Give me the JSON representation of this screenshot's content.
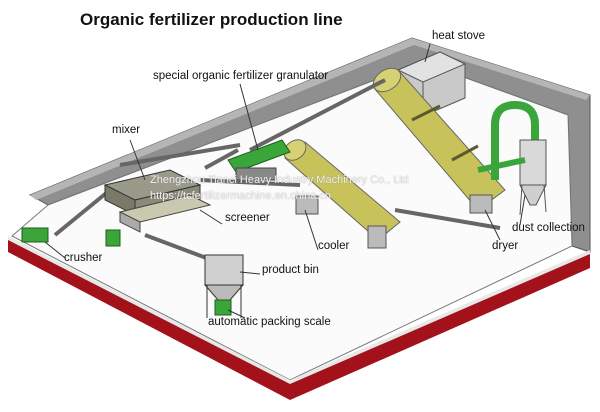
{
  "title": "Organic fertilizer production line",
  "labels": {
    "heat_stove": "heat stove",
    "granulator": "special organic fertilizer granulator",
    "mixer": "mixer",
    "screener": "screener",
    "cooler": "cooler",
    "dryer": "dryer",
    "dust_collection": "dust collection",
    "crusher": "crusher",
    "product_bin": "product bin",
    "packing_scale": "automatic packing scale"
  },
  "watermark": {
    "company": "Zhengzhou Tianci Heavy Industry Machinery Co., Ltd",
    "url": "https://tcfertilizermachine.en.china.cn"
  },
  "colors": {
    "floor_edge": "#a3121b",
    "wall": "#9a9a9a",
    "cylinder": "#c8c25a",
    "green": "#3aa63a"
  }
}
